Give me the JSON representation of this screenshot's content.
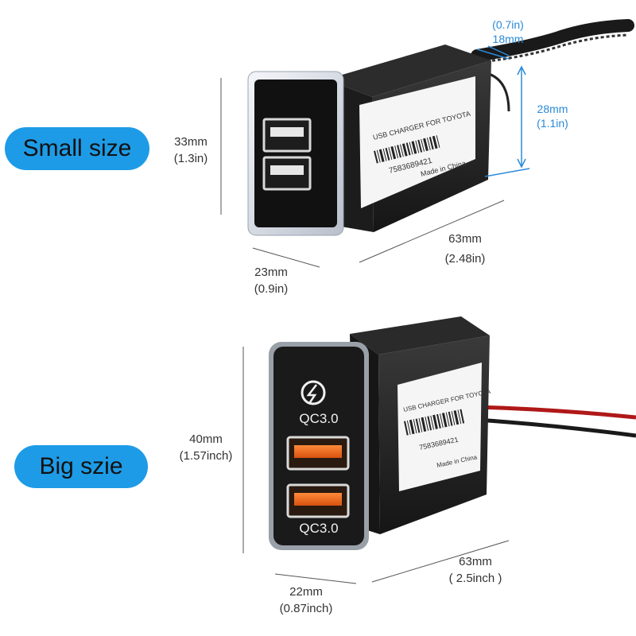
{
  "labels": {
    "small": "Small size",
    "big": "Big szie"
  },
  "small_product": {
    "sticker_line1": "USB CHARGER FOR TOYOTA",
    "sticker_code": "7583689421",
    "sticker_origin": "Made in China",
    "height_mm": "33mm",
    "height_in": "(1.3in)",
    "width_mm": "23mm",
    "width_in": "(0.9in)",
    "length_mm": "63mm",
    "length_in": "(2.48in)",
    "tab_in": "(0.7in)",
    "tab_mm": "18mm",
    "body_mm": "28mm",
    "body_in": "(1.1in)"
  },
  "big_product": {
    "qc_top": "QC3.0",
    "qc_bottom": "QC3.0",
    "sticker_line1": "USB CHARGER FOR TOYOTA",
    "sticker_code": "7583689421",
    "sticker_origin": "Made in China",
    "height_mm": "40mm",
    "height_in": "(1.57inch)",
    "width_mm": "22mm",
    "width_in": "(0.87inch)",
    "length_mm": "63mm",
    "length_in": "( 2.5inch )"
  },
  "colors": {
    "pill": "#1e9be6",
    "dimension_blue": "#2a8ad8",
    "usb_orange": "#f26b1d"
  }
}
